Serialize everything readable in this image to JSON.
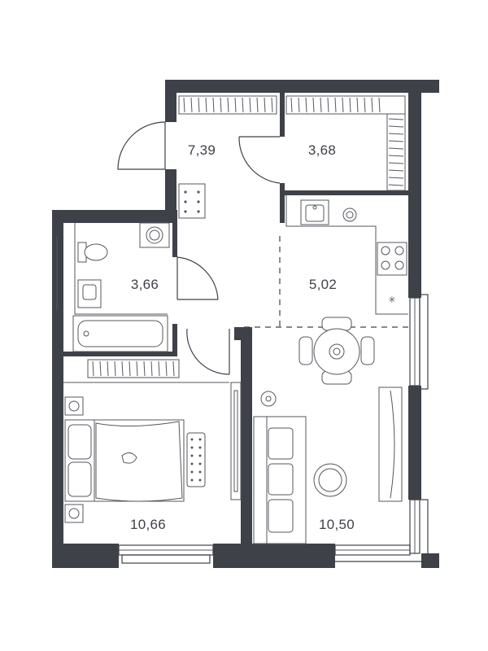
{
  "rooms": [
    {
      "id": "hall",
      "area": "7,39"
    },
    {
      "id": "wardrobe",
      "area": "3,68"
    },
    {
      "id": "bathroom",
      "area": "3,66"
    },
    {
      "id": "kitchen",
      "area": "5,02"
    },
    {
      "id": "bedroom",
      "area": "10,66"
    },
    {
      "id": "living",
      "area": "10,50"
    }
  ],
  "colors": {
    "wall": "#3f4149",
    "line": "#55575e",
    "background": "#ffffff"
  }
}
